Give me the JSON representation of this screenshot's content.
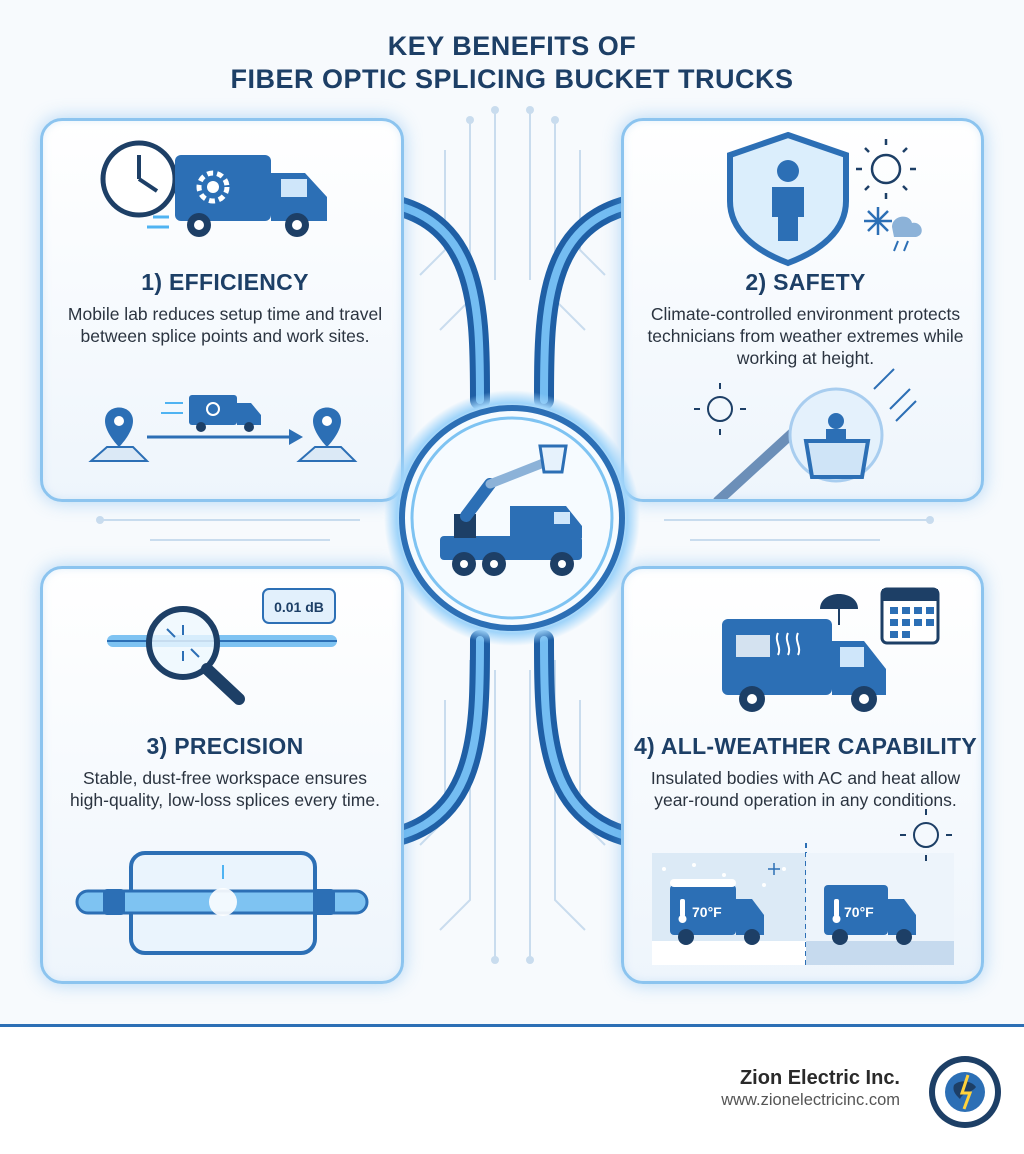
{
  "title": {
    "line1": "KEY BENEFITS OF",
    "line2": "FIBER OPTIC SPLICING BUCKET TRUCKS"
  },
  "cards": [
    {
      "heading": "1) EFFICIENCY",
      "text": "Mobile lab reduces setup time and travel between splice points and work sites.",
      "icons": [
        "clock-icon",
        "van-icon",
        "gear-icon",
        "map-pin-icon",
        "arrow-right-icon"
      ]
    },
    {
      "heading": "2) SAFETY",
      "text": "Climate-controlled environment protects technicians from weather extremes while working at height.",
      "icons": [
        "shield-icon",
        "person-icon",
        "sun-icon",
        "snowflake-icon",
        "rain-cloud-icon",
        "bucket-icon"
      ]
    },
    {
      "heading": "3) PRECISION",
      "text": "Stable, dust-free workspace ensures high-quality, low-loss splices every time.",
      "measurement": "0.01 dB",
      "icons": [
        "magnifier-icon",
        "fiber-icon",
        "splice-enclosure-icon"
      ]
    },
    {
      "heading": "4) ALL-WEATHER CAPABILITY",
      "text": "Insulated bodies with AC and heat allow year-round operation in any conditions.",
      "temp_cold": "70°F",
      "temp_hot": "70°F",
      "icons": [
        "truck-icon",
        "umbrella-icon",
        "calendar-icon",
        "thermometer-icon",
        "sun-icon",
        "snowflake-icon"
      ]
    }
  ],
  "hub": {
    "icon": "bucket-truck-icon"
  },
  "footer": {
    "company": "Zion Electric Inc.",
    "website": "www.zionelectricinc.com"
  },
  "colors": {
    "primary": "#2c6fb5",
    "dark": "#1d3f66",
    "accent": "#4fb3f2",
    "card_border": "#8cc4ef"
  }
}
